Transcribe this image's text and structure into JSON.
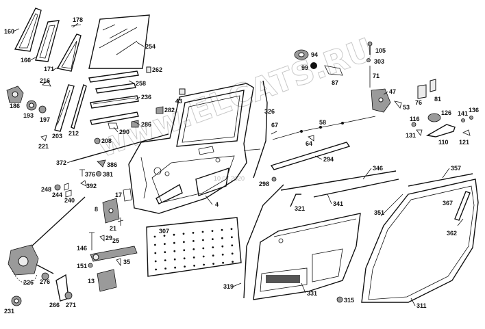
{
  "watermark": "www.ELCATS.RU",
  "watermark_date": "10.07.2020",
  "callouts": [
    "160",
    "166",
    "171",
    "178",
    "254",
    "262",
    "216",
    "258",
    "186",
    "193",
    "197",
    "203",
    "212",
    "236",
    "282",
    "43",
    "286",
    "290",
    "221",
    "208",
    "372",
    "386",
    "376",
    "381",
    "392",
    "248",
    "244",
    "240",
    "17",
    "8",
    "4",
    "307",
    "21",
    "146",
    "29",
    "25",
    "151",
    "35",
    "13",
    "226",
    "276",
    "266",
    "271",
    "231",
    "94",
    "99",
    "87",
    "105",
    "303",
    "71",
    "47",
    "53",
    "76",
    "81",
    "326",
    "67",
    "58",
    "64",
    "116",
    "126",
    "141",
    "136",
    "131",
    "110",
    "121",
    "294",
    "298",
    "346",
    "357",
    "341",
    "321",
    "351",
    "367",
    "362",
    "319",
    "331",
    "315",
    "311"
  ]
}
